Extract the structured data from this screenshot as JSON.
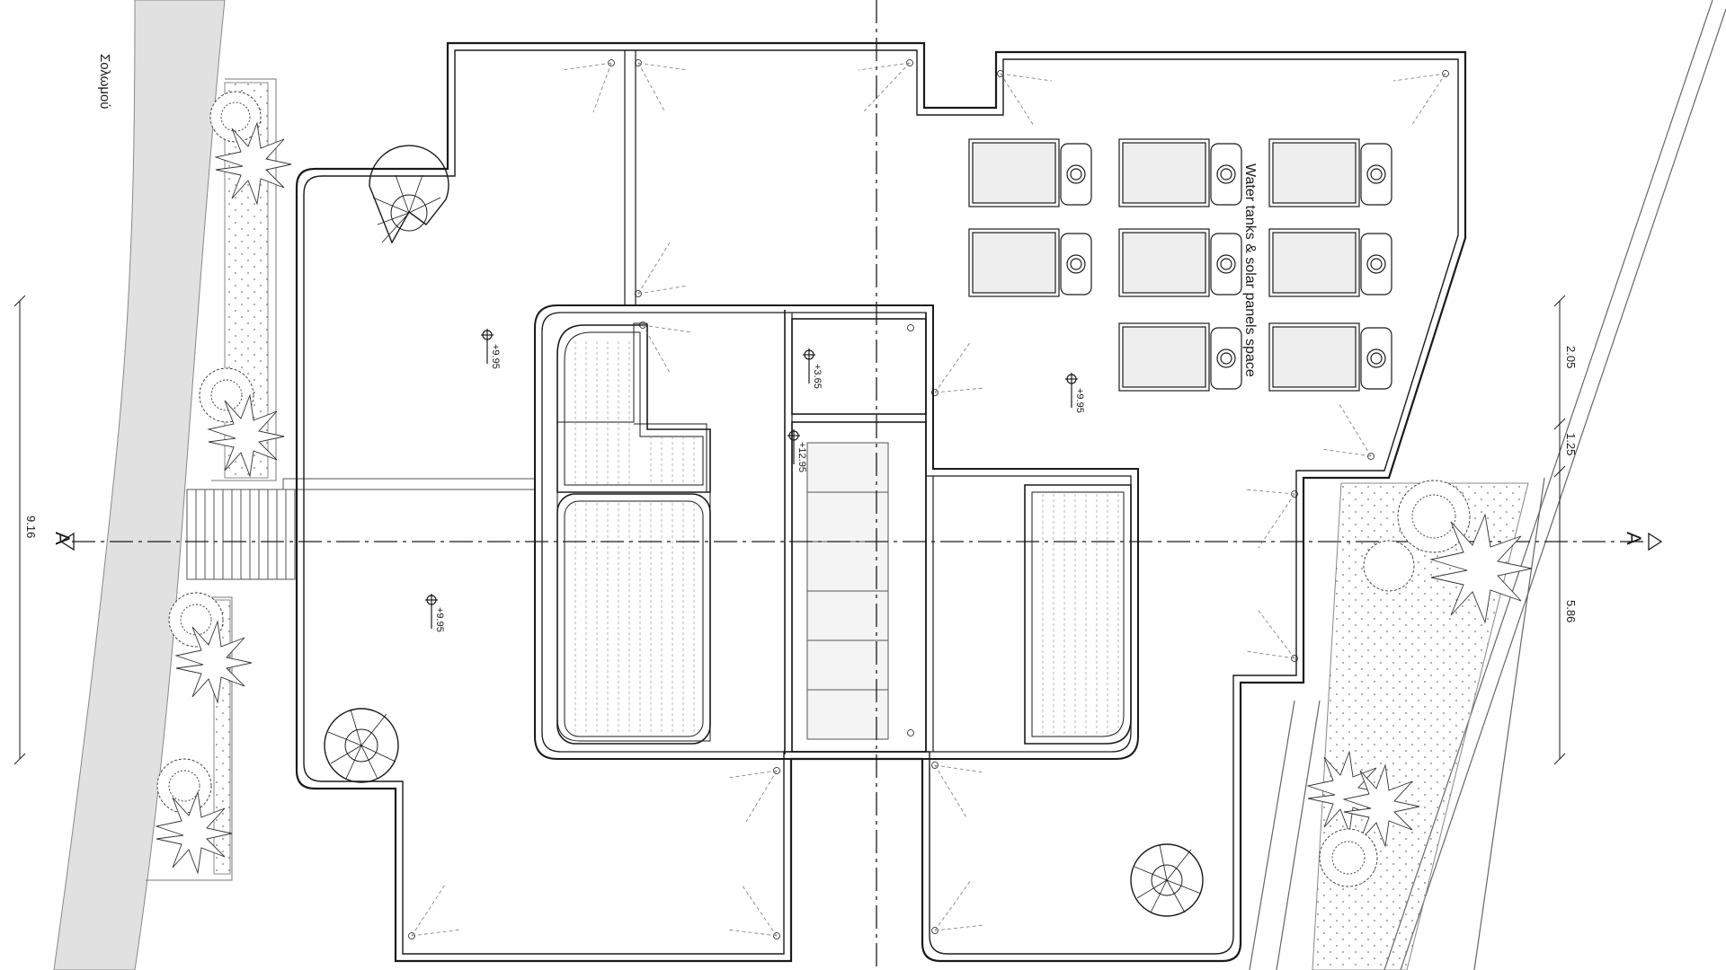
{
  "drawing": {
    "annotations": {
      "street_name": "Σολωμού",
      "tanks_label": "Water tanks & solar panels  space"
    },
    "section_marks": {
      "left": "A",
      "right": "A"
    },
    "dimensions": {
      "left": [
        "9.16"
      ],
      "right": [
        "2.05",
        "1.25",
        "5.86"
      ]
    },
    "levels": [
      "+9.95",
      "+3.65",
      "+12.95",
      "+9.95",
      "+9.95"
    ],
    "colors": {
      "line": "#1a1a1a",
      "thin": "#555555",
      "street_fill": "#e1e1e1",
      "panel_fill": "#eeeeee"
    }
  }
}
